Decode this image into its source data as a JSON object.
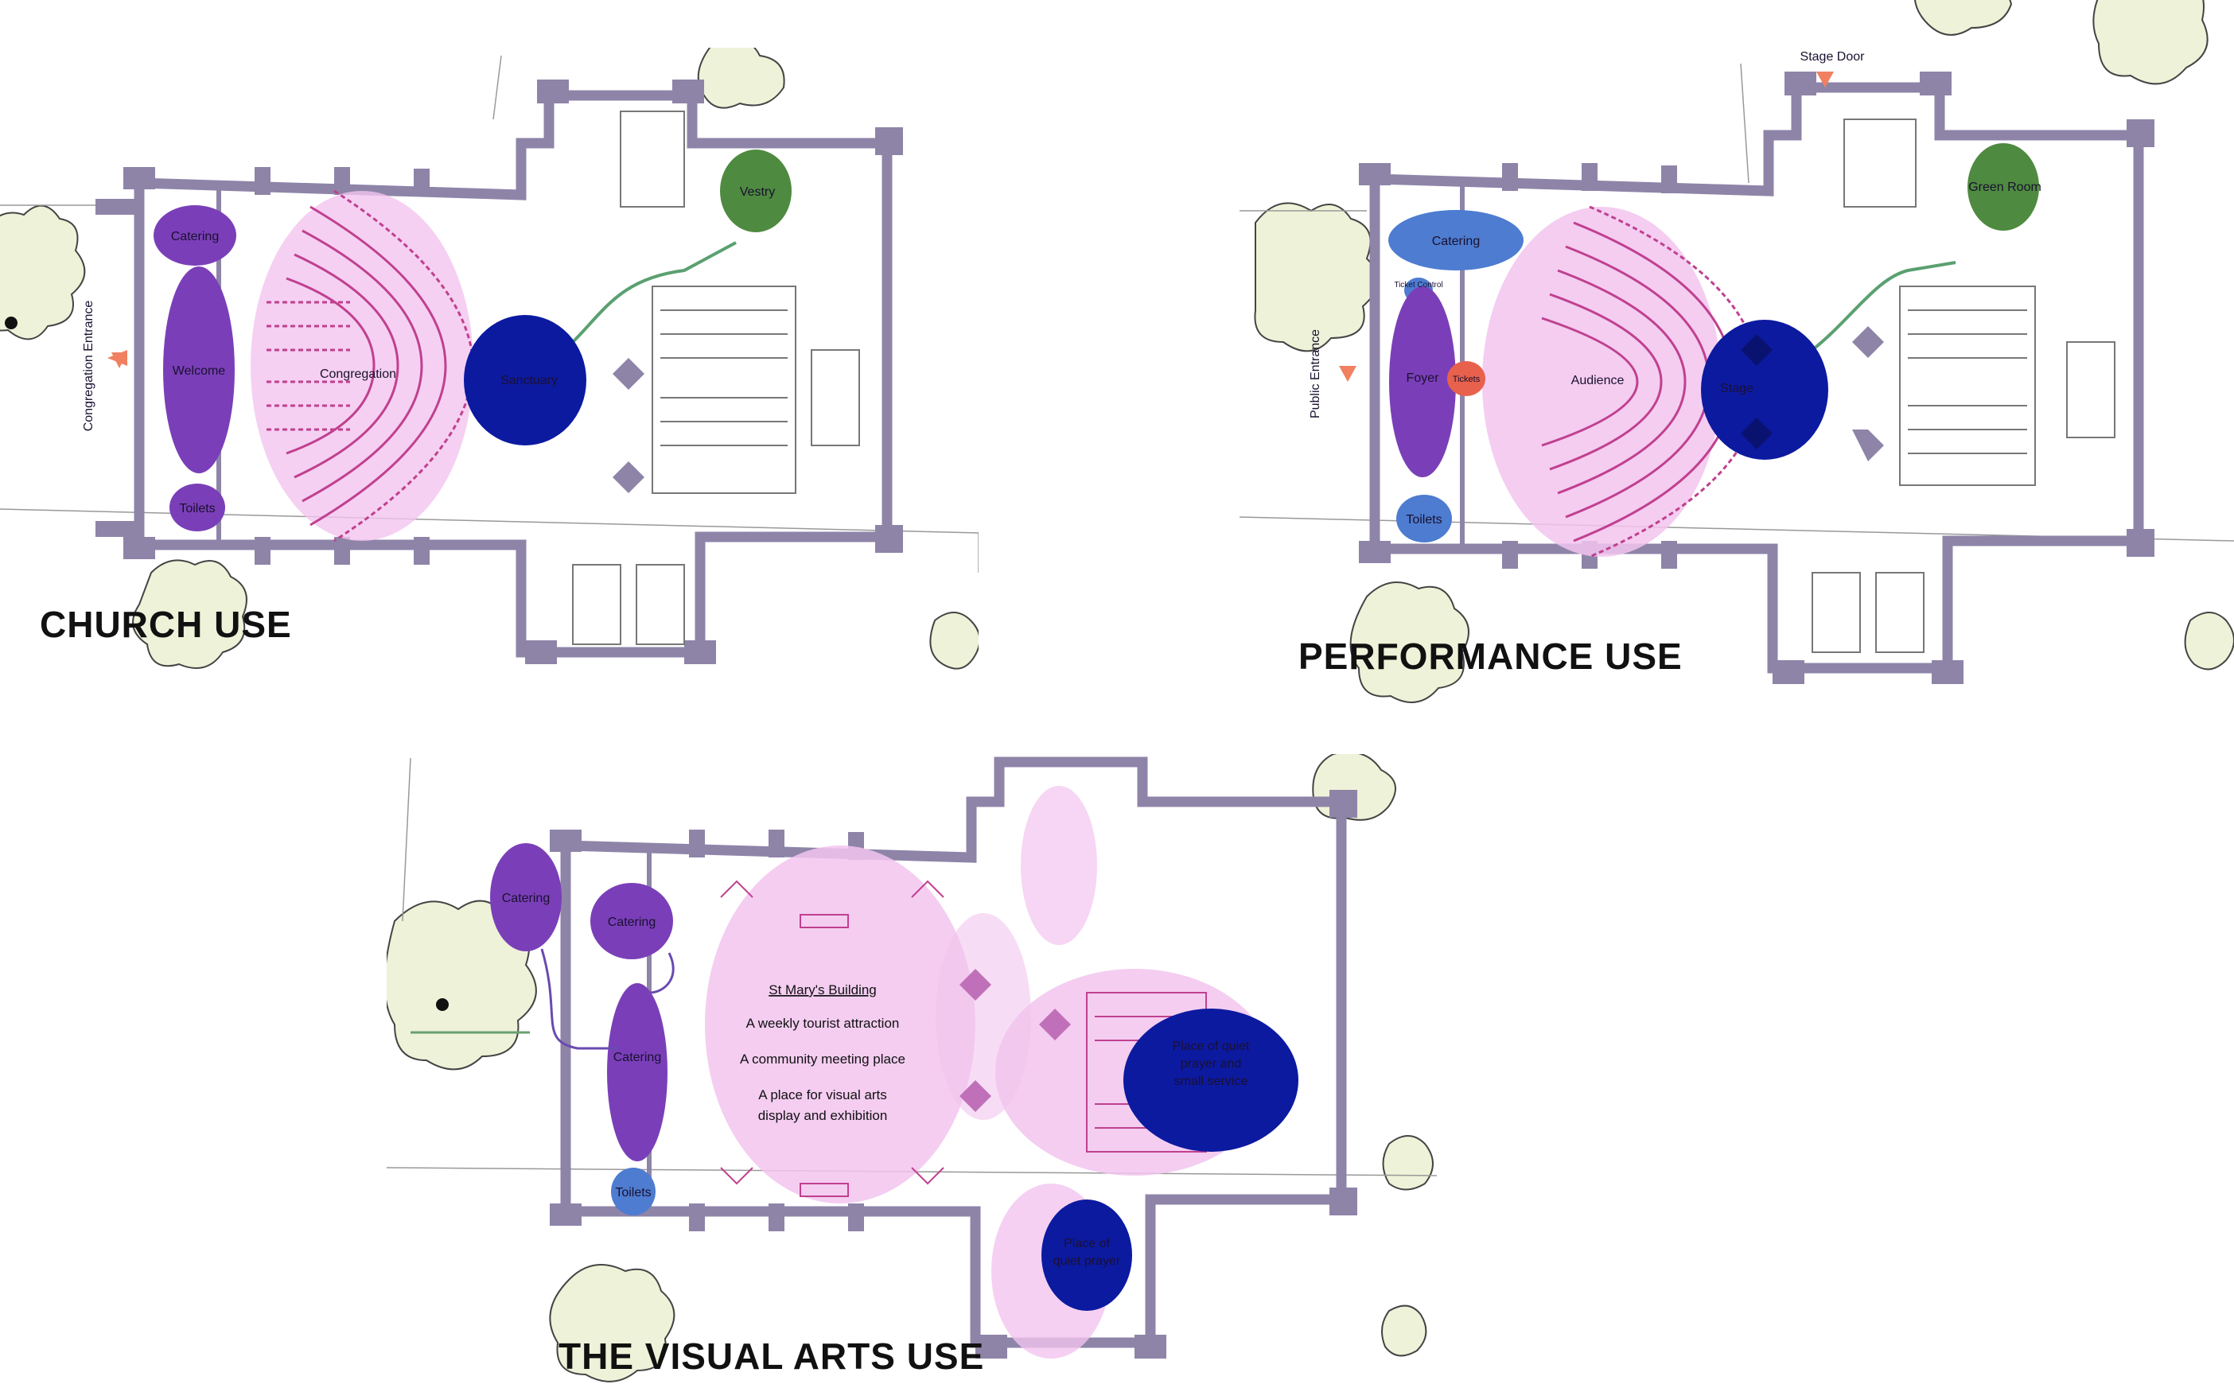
{
  "plans": {
    "church": {
      "title": "CHURCH USE",
      "zones": {
        "catering": "Catering",
        "welcome": "Welcome",
        "toilets": "Toilets",
        "congregation": "Congregation",
        "sanctuary": "Sanctuary",
        "vestry": "Vestry"
      },
      "entrance": "Congregation Entrance"
    },
    "performance": {
      "title": "PERFORMANCE USE",
      "zones": {
        "catering": "Catering",
        "ticket_control": "Ticket Control",
        "foyer": "Foyer",
        "tickets": "Tickets",
        "toilets": "Toilets",
        "audience": "Audience",
        "stage": "Stage",
        "green_room": "Green Room"
      },
      "entrance": "Public Entrance",
      "stage_door": "Stage Door"
    },
    "visual_arts": {
      "title": "THE VISUAL ARTS USE",
      "zones": {
        "catering_outside": "Catering",
        "catering_upper": "Catering",
        "catering_lower": "Catering",
        "toilets": "Toilets",
        "quiet_prayer_service_line1": "Place of quiet",
        "quiet_prayer_service_line2": "prayer and",
        "quiet_prayer_service_line3": "small service",
        "quiet_prayer_line1": "Place of",
        "quiet_prayer_line2": "quiet prayer"
      },
      "building": {
        "heading": "St Mary's Building",
        "line1": "A weekly tourist attraction",
        "line2": "A community meeting place",
        "line3": "A place for visual arts",
        "line4": "display and exhibition"
      }
    }
  },
  "colors": {
    "wall": "#8e84a8",
    "purple_zone": "#7a3fb8",
    "pink_zone": "#f2c4ef",
    "pink_seating": "#c0408f",
    "navy_zone": "#0c1aa0",
    "blue_zone": "#4d7cd0",
    "green_zone": "#4e8a40",
    "orange_zone": "#e8614c",
    "entrance_arrow": "#f08060",
    "tree_fill": "#eef2d8",
    "tree_stroke": "#444444"
  }
}
